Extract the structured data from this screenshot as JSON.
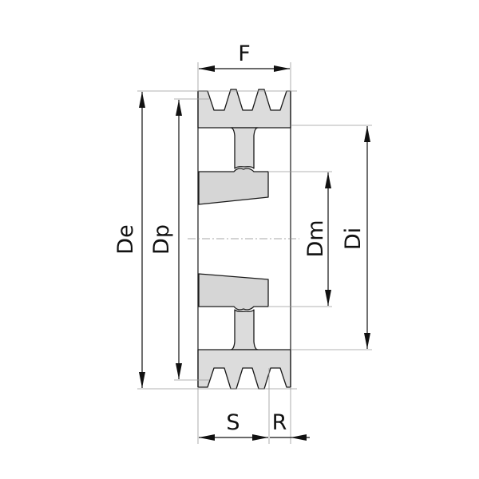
{
  "labels": {
    "F": "F",
    "De": "De",
    "Dp": "Dp",
    "Dm": "Dm",
    "Di": "Di",
    "S": "S",
    "R": "R"
  },
  "colors": {
    "body_fill": "#dcdcdc",
    "outline": "#1a1a1a",
    "dimension": "#111111",
    "centerline": "#8a8a8a"
  }
}
